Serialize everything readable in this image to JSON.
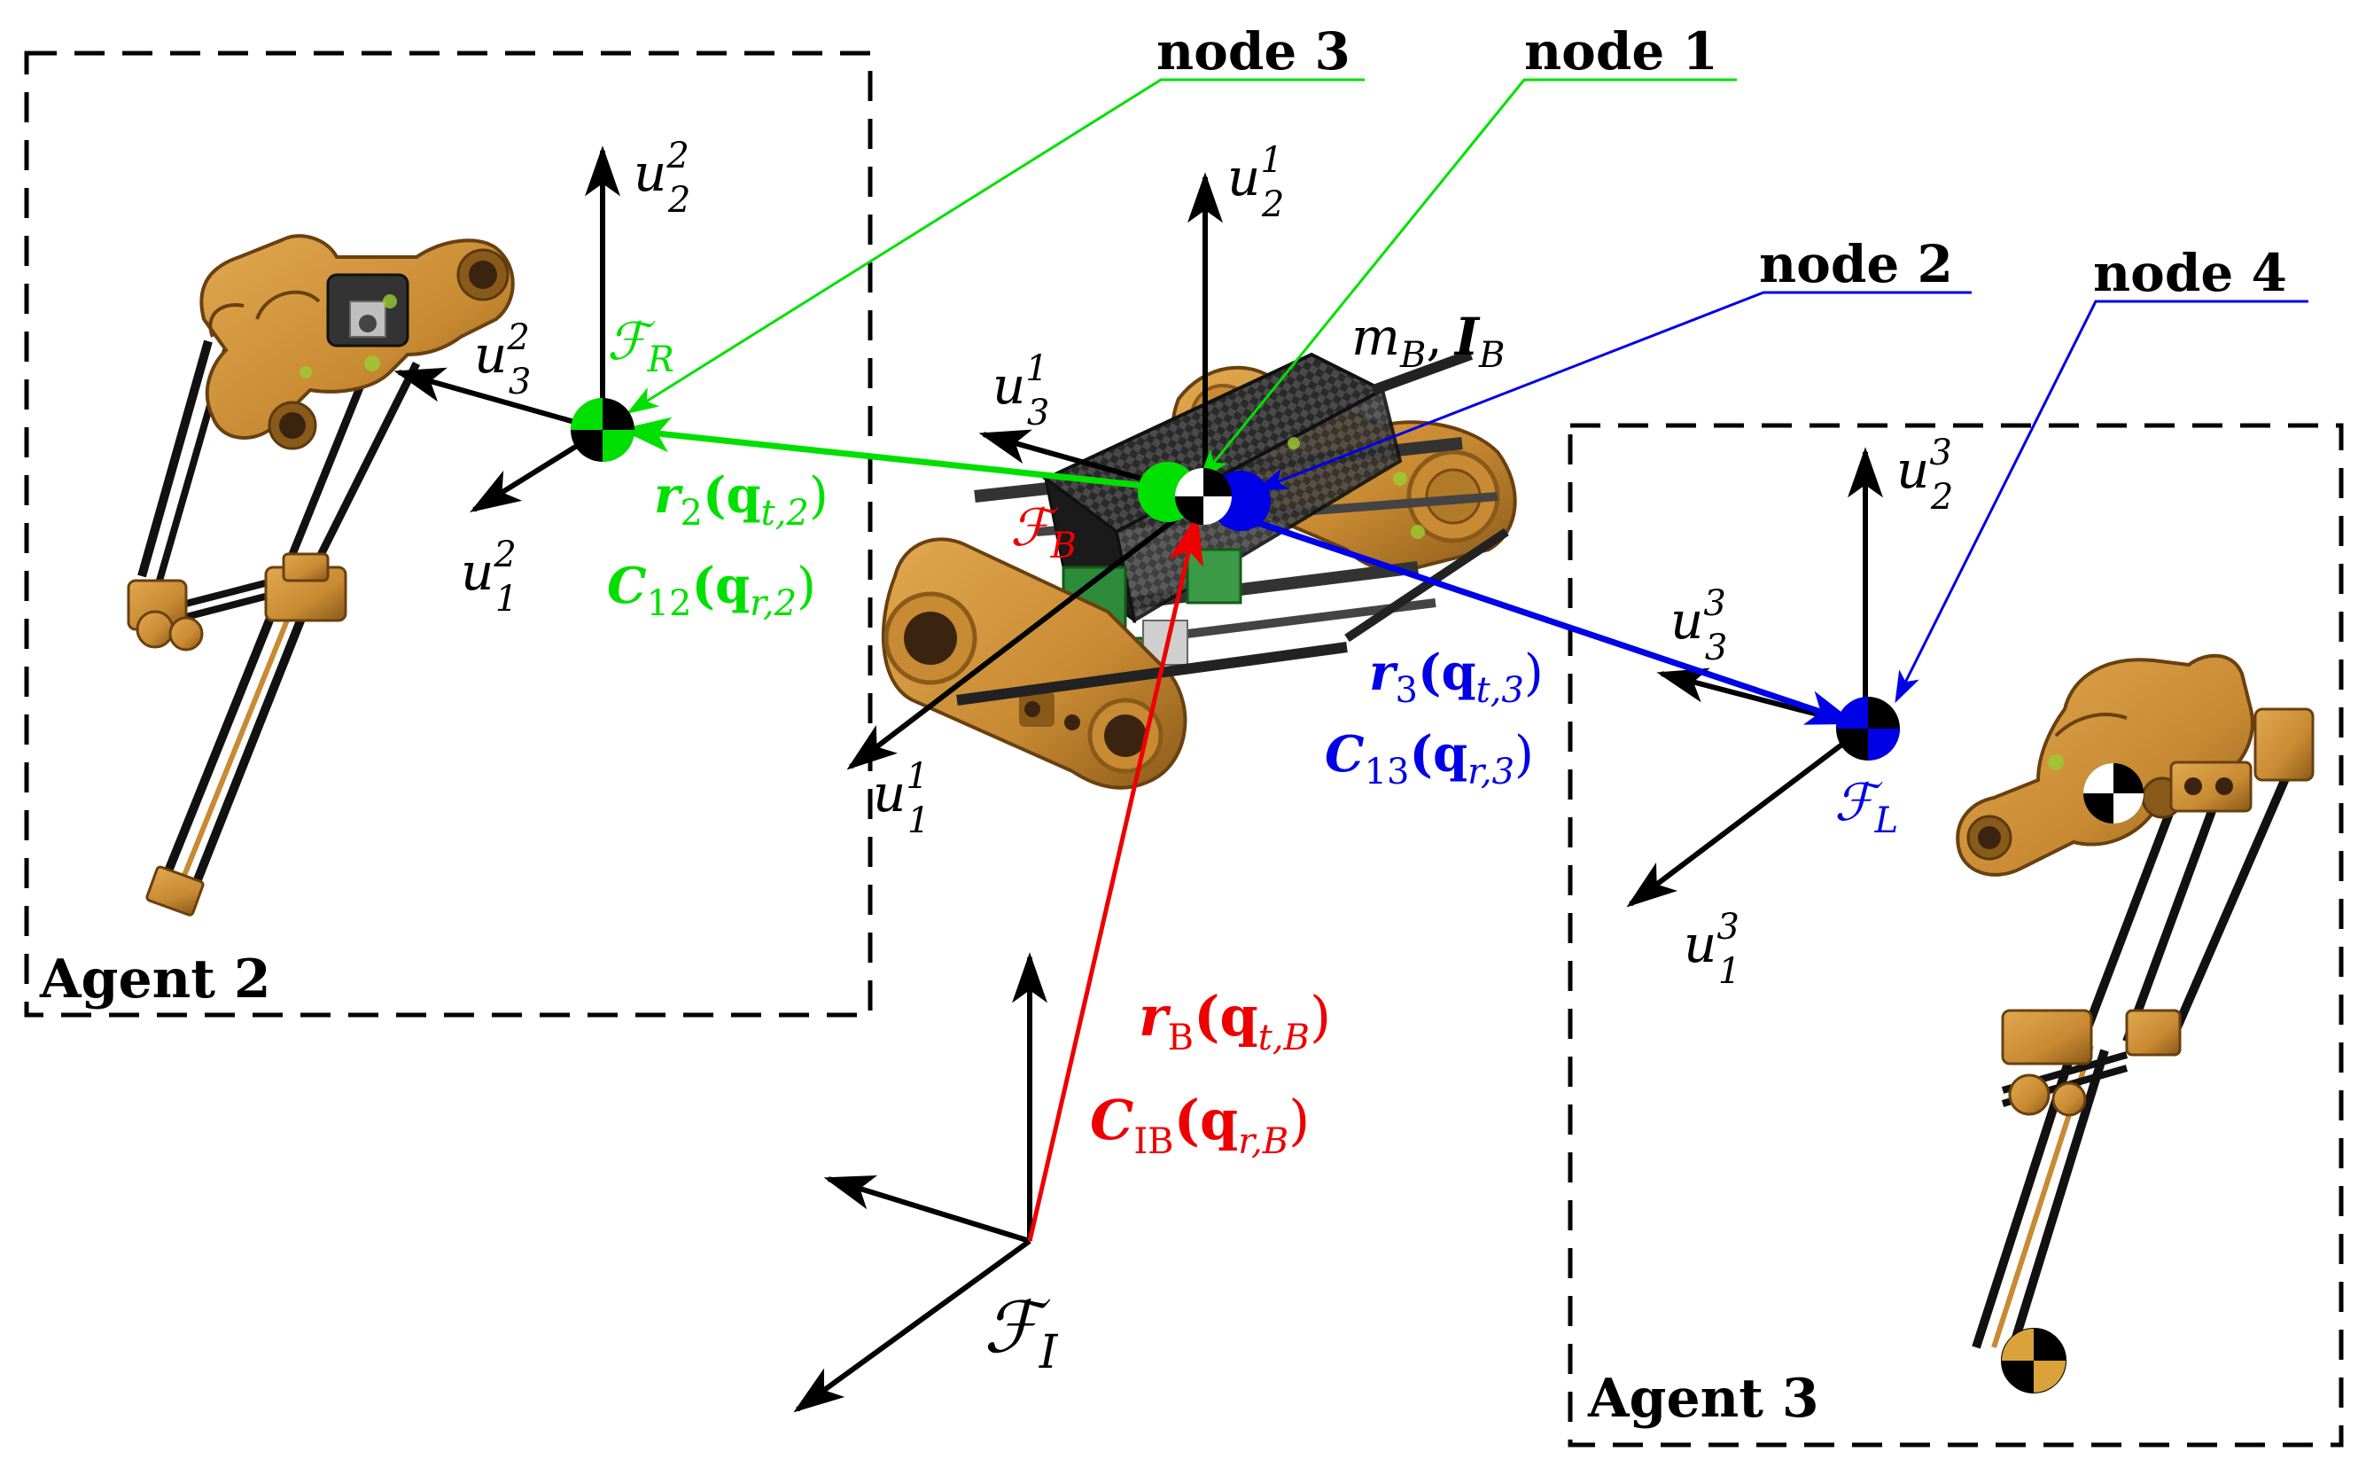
{
  "colors": {
    "frame_black": "#000000",
    "green": "#00e000",
    "blue": "#0000e6",
    "red": "#ee0000",
    "robot_gold": "#c88a32",
    "robot_dark": "#222222"
  },
  "nodes": {
    "node1": "node 1",
    "node2": "node 2",
    "node3": "node 3",
    "node4": "node 4"
  },
  "agents": {
    "agent2": "Agent 2",
    "agent3": "Agent 3"
  },
  "frames": {
    "inertial": {
      "main": "ℱ",
      "sub": "I"
    },
    "body": {
      "main": "ℱ",
      "sub": "B"
    },
    "right": {
      "main": "ℱ",
      "sub": "R"
    },
    "left": {
      "main": "ℱ",
      "sub": "L"
    }
  },
  "axes": {
    "agent1": {
      "u1": {
        "main": "u",
        "sub": "1",
        "sup": "1"
      },
      "u2": {
        "main": "u",
        "sub": "2",
        "sup": "1"
      },
      "u3": {
        "main": "u",
        "sub": "3",
        "sup": "1"
      }
    },
    "agent2": {
      "u1": {
        "main": "u",
        "sub": "1",
        "sup": "2"
      },
      "u2": {
        "main": "u",
        "sub": "2",
        "sup": "2"
      },
      "u3": {
        "main": "u",
        "sub": "3",
        "sup": "2"
      }
    },
    "agent3": {
      "u1": {
        "main": "u",
        "sub": "1",
        "sup": "3"
      },
      "u2": {
        "main": "u",
        "sub": "2",
        "sup": "3"
      },
      "u3": {
        "main": "u",
        "sub": "3",
        "sup": "3"
      }
    }
  },
  "vectors": {
    "rB": {
      "main": "r",
      "sub": "B",
      "arg": "(q",
      "argsub": "t,B",
      "close": ")"
    },
    "CIB": {
      "main": "C",
      "sub": "IB",
      "arg": "(q",
      "argsub": "r,B",
      "close": ")"
    },
    "r2": {
      "main": "r",
      "sub": "2",
      "arg": "(q",
      "argsub": "t,2",
      "close": ")"
    },
    "C12": {
      "main": "C",
      "sub": "12",
      "arg": "(q",
      "argsub": "r,2",
      "close": ")"
    },
    "r3": {
      "main": "r",
      "sub": "3",
      "arg": "(q",
      "argsub": "t,3",
      "close": ")"
    },
    "C13": {
      "main": "C",
      "sub": "13",
      "arg": "(q",
      "argsub": "r,3",
      "close": ")"
    }
  },
  "mass": {
    "m": "m",
    "msub": "B",
    "comma": ",",
    "I": "I",
    "Isub": "B"
  }
}
